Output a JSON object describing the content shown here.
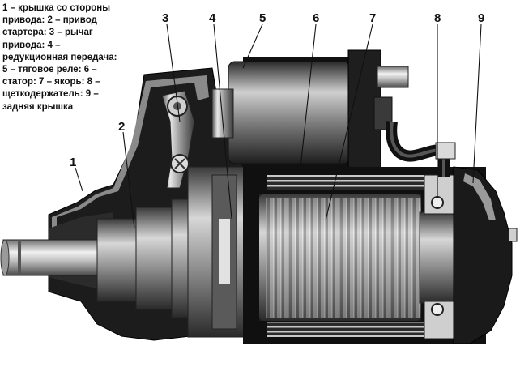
{
  "caption_lines": [
    "1 – крышка со стороны",
    "привода: 2 – привод",
    "стартера: 3 – рычаг",
    "привода: 4 –",
    "редукционная передача:",
    "5 – тяговое реле: 6 –",
    "статор: 7 – якорь: 8 –",
    "щеткодержатель: 9 –",
    "задняя крышка"
  ],
  "callouts": [
    "1",
    "2",
    "3",
    "4",
    "5",
    "6",
    "7",
    "8",
    "9"
  ],
  "colors": {
    "housing_dark": "#1a1a1a",
    "metal_light": "#d9d9d9",
    "metal_mid": "#8c8c8c",
    "stator_bands": "#3a3a3a"
  }
}
